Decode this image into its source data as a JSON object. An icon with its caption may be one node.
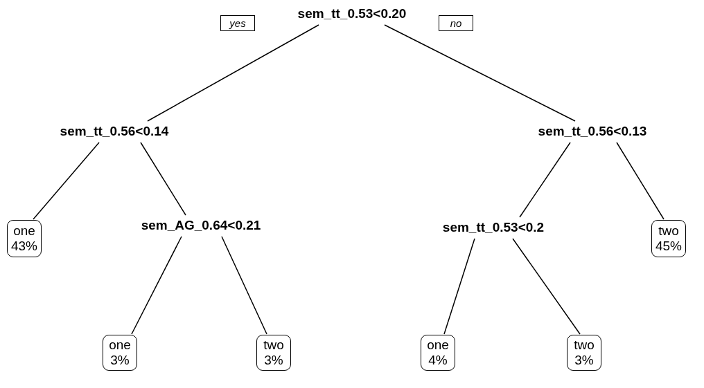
{
  "diagram": {
    "nodes": [
      {
        "text": [
          "yes"
        ]
      },
      {
        "text": [
          "sem_tt_0.53<0.20"
        ]
      },
      {
        "text": [
          "no"
        ]
      },
      {
        "text": [
          "sem_tt_0.56<0.14"
        ]
      },
      {
        "text": [
          "sem_tt_0.56<0.13"
        ]
      },
      {
        "text": [
          "one 43%"
        ]
      },
      {
        "text": [
          "sem_AG_0.64<0.21"
        ]
      },
      {
        "text": [
          "sem_tt_0.53<0.2"
        ]
      },
      {
        "text": [
          "two 45%"
        ]
      },
      {
        "text": [
          "one 3%"
        ]
      },
      {
        "text": [
          "two 3%"
        ]
      },
      {
        "text": [
          "one 4%"
        ]
      },
      {
        "text": [
          "two 3%"
        ]
      }
    ],
    "edges": [
      {
        "from": 1,
        "to": 3,
        "arrow": "none"
      },
      {
        "from": 1,
        "to": 4,
        "arrow": "none"
      },
      {
        "from": 3,
        "to": 5,
        "arrow": "none"
      },
      {
        "from": 3,
        "to": 6,
        "arrow": "none"
      },
      {
        "from": 4,
        "to": 7,
        "arrow": "none"
      },
      {
        "from": 4,
        "to": 8,
        "arrow": "none"
      },
      {
        "from": 6,
        "to": 9,
        "arrow": "none"
      },
      {
        "from": 6,
        "to": 10,
        "arrow": "none"
      },
      {
        "from": 7,
        "to": 11,
        "arrow": "none"
      },
      {
        "from": 7,
        "to": 12,
        "arrow": "none"
      }
    ]
  }
}
